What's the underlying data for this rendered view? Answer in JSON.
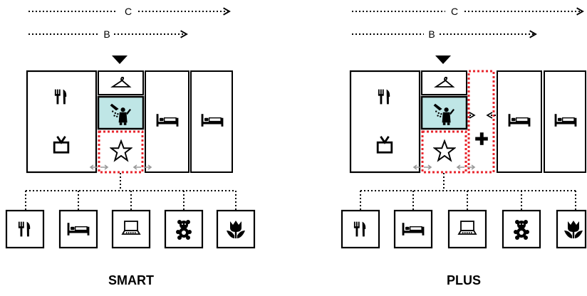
{
  "diagrams": [
    {
      "id": "smart",
      "title": "SMART",
      "arrow_c_label": "C",
      "arrow_b_label": "B",
      "room_icons": [
        "dining-icon",
        "tv-icon",
        "hanger-icon",
        "shower-icon",
        "star-icon",
        "bed-icon",
        "bed-icon"
      ],
      "bottom_icons": [
        "dining-icon",
        "bed-icon",
        "laptop-icon",
        "teddy-bear-icon",
        "flower-icon"
      ]
    },
    {
      "id": "plus",
      "title": "PLUS",
      "arrow_c_label": "C",
      "arrow_b_label": "B",
      "room_icons": [
        "dining-icon",
        "tv-icon",
        "hanger-icon",
        "shower-icon",
        "star-icon",
        "plus-icon",
        "bed-icon",
        "bed-icon"
      ],
      "bottom_icons": [
        "dining-icon",
        "bed-icon",
        "laptop-icon",
        "teddy-bear-icon",
        "flower-icon"
      ]
    }
  ],
  "colors": {
    "highlight_fill": "#bfe6e6",
    "dotted_red": "#e8262d",
    "resize_grey": "#9a9a9a",
    "line": "#000000"
  }
}
